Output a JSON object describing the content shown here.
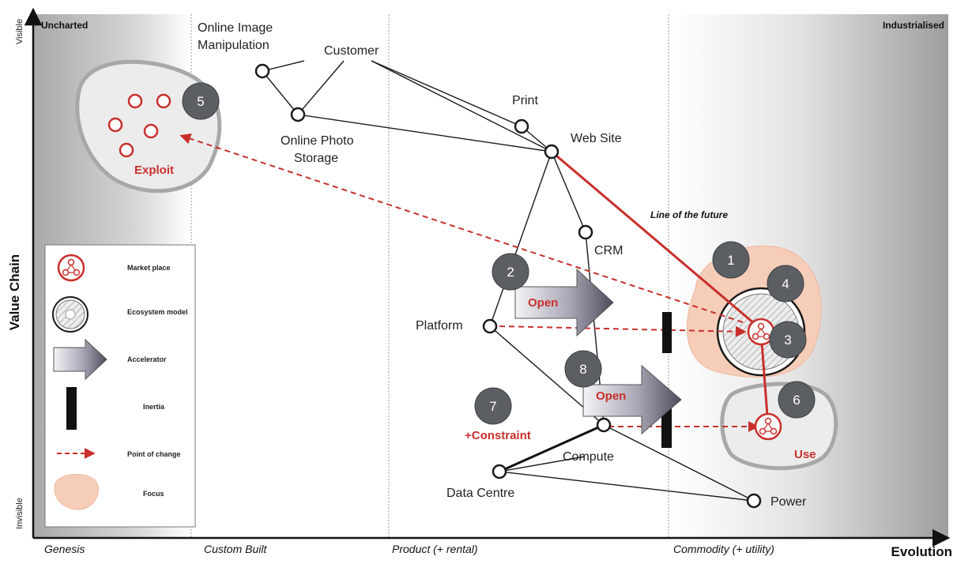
{
  "axes": {
    "y_label": "Value Chain",
    "y_top": "Visible",
    "y_bottom": "Invisible",
    "x_label": "Evolution",
    "stages": [
      "Genesis",
      "Custom Built",
      "Product (+ rental)",
      "Commodity (+ utility)"
    ],
    "top_left": "Uncharted",
    "top_right": "Industrialised"
  },
  "nodes": {
    "customer": "Customer",
    "online_image": [
      "Online Image",
      "Manipulation"
    ],
    "online_photo": [
      "Online Photo",
      "Storage"
    ],
    "print": "Print",
    "web_site": "Web Site",
    "crm": "CRM",
    "platform": "Platform",
    "compute": "Compute",
    "data_centre": "Data Centre",
    "power": "Power"
  },
  "annotations": {
    "line_of_future": "Line of the future",
    "exploit": "Exploit",
    "use": "Use",
    "open_1": "Open",
    "open_2": "Open",
    "constraint": "+Constraint"
  },
  "markers": [
    "1",
    "2",
    "3",
    "4",
    "5",
    "6",
    "7",
    "8"
  ],
  "legend": {
    "items": [
      "Market place",
      "Ecosystem model",
      "Accelerator",
      "Inertia",
      "Point of change",
      "Focus"
    ]
  },
  "colors": {
    "accent_red": "#c9302c",
    "focus_fill": "#f6cdb8",
    "marker_gray": "#5b5e63",
    "ink": "#1a1a1a"
  }
}
